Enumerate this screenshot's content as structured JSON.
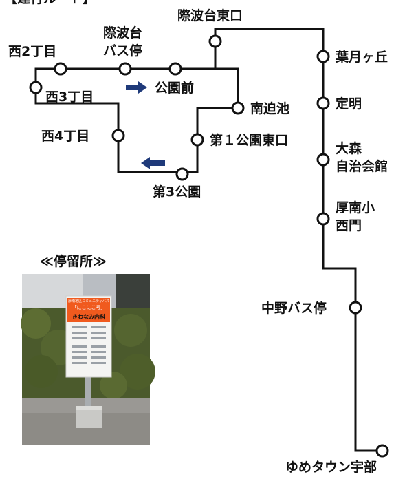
{
  "header": {
    "partial_title": "【運行ルート】"
  },
  "stops": {
    "kiwanami_higashiguchi": "際波台東口",
    "hazuki_gaoka": "葉月ヶ丘",
    "sadaaki": "定明",
    "omori_line1": "大森",
    "omori_line2": "自治会館",
    "atsunami_line1": "厚南小",
    "atsunami_line2": "西門",
    "nakano": "中野バス停",
    "yume_town": "ゆめタウン宇部",
    "nishi2": "西2丁目",
    "kiwanami_bus_line1": "際波台",
    "kiwanami_bus_line2": "バス停",
    "koen_mae": "公園前",
    "nishi3": "西3丁目",
    "minami_sako": "南迫池",
    "nishi4": "西4丁目",
    "dai1_koen_higashiguchi": "第１公園東口",
    "dai3_koen": "第3公園"
  },
  "photo": {
    "caption": "≪停留所≫",
    "sign_top": "厚南地区コミュニティバス",
    "sign_name": "「にこにこ号」",
    "sign_stop": "きわなみ内科"
  },
  "colors": {
    "route_line": "#111111",
    "arrow": "#1f3a7a",
    "sign_orange": "#f05a1e"
  }
}
